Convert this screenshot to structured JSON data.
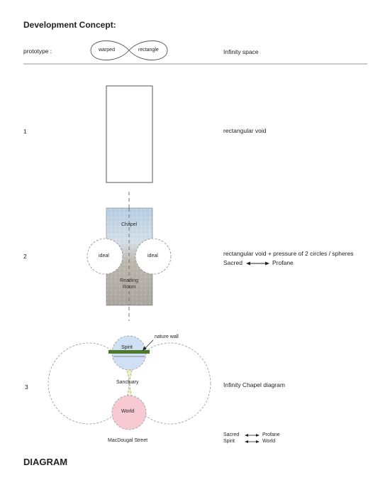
{
  "title": "Development Concept:",
  "prototype": {
    "label": "prototype :",
    "left_lobe": "warped",
    "right_lobe": "rectangle",
    "description": "Infinity space"
  },
  "steps": [
    {
      "number": "1",
      "description": "rectangular void"
    },
    {
      "number": "2",
      "description": "rectangular void + pressure of 2 circles / spheres",
      "pair_left": "Sacred",
      "pair_right": "Profane",
      "labels": {
        "top": "Chapel",
        "circle_left": "ideal",
        "circle_right": "ideal",
        "bottom_line1": "Reading",
        "bottom_line2": "Room"
      }
    },
    {
      "number": "3",
      "description": "Infinity Chapel diagram",
      "labels": {
        "callout": "nature wall",
        "top": "Spirit",
        "middle": "Sanctuary",
        "bottom": "World",
        "street": "MacDougal Street"
      }
    }
  ],
  "legend": [
    {
      "left": "Sacred",
      "right": "Profane"
    },
    {
      "left": "Spirit",
      "right": "World"
    }
  ],
  "footer": "DIAGRAM",
  "colors": {
    "rule": "#999999",
    "spirit": "#cfe0f5",
    "sanctuary": "#eef2b8",
    "world": "#f7c9d3",
    "nature_wall": "#4f7a2e",
    "photo_sky": "#c6d7e6",
    "photo_ground": "#b8b4ad"
  }
}
